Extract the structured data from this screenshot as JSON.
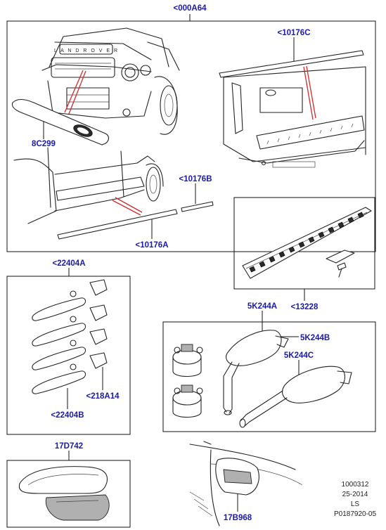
{
  "callouts": {
    "main_assembly": "<000A64",
    "tailgate_trim": "<10176C",
    "grille_trim": "8C299",
    "door_trim_rear": "<10176B",
    "door_trim_front": "<10176A",
    "bumper_protector": "<13228",
    "handle_set_top": "<22404A",
    "handle_set_bottom": "<22404B",
    "handle_cap": "<218A14",
    "silencer_front": "5K244A",
    "silencer_front_tip": "5K244B",
    "silencer_rear": "5K244C",
    "mirror_cover": "17D742",
    "side_vent": "17B968"
  },
  "meta": {
    "code": "1000312",
    "date": "25-2014",
    "region": "LS",
    "ref": "P0187920-05"
  },
  "colors": {
    "callout_text": "#1a1aa8",
    "highlight_line": "#d42a2a",
    "line_art": "#222222"
  }
}
